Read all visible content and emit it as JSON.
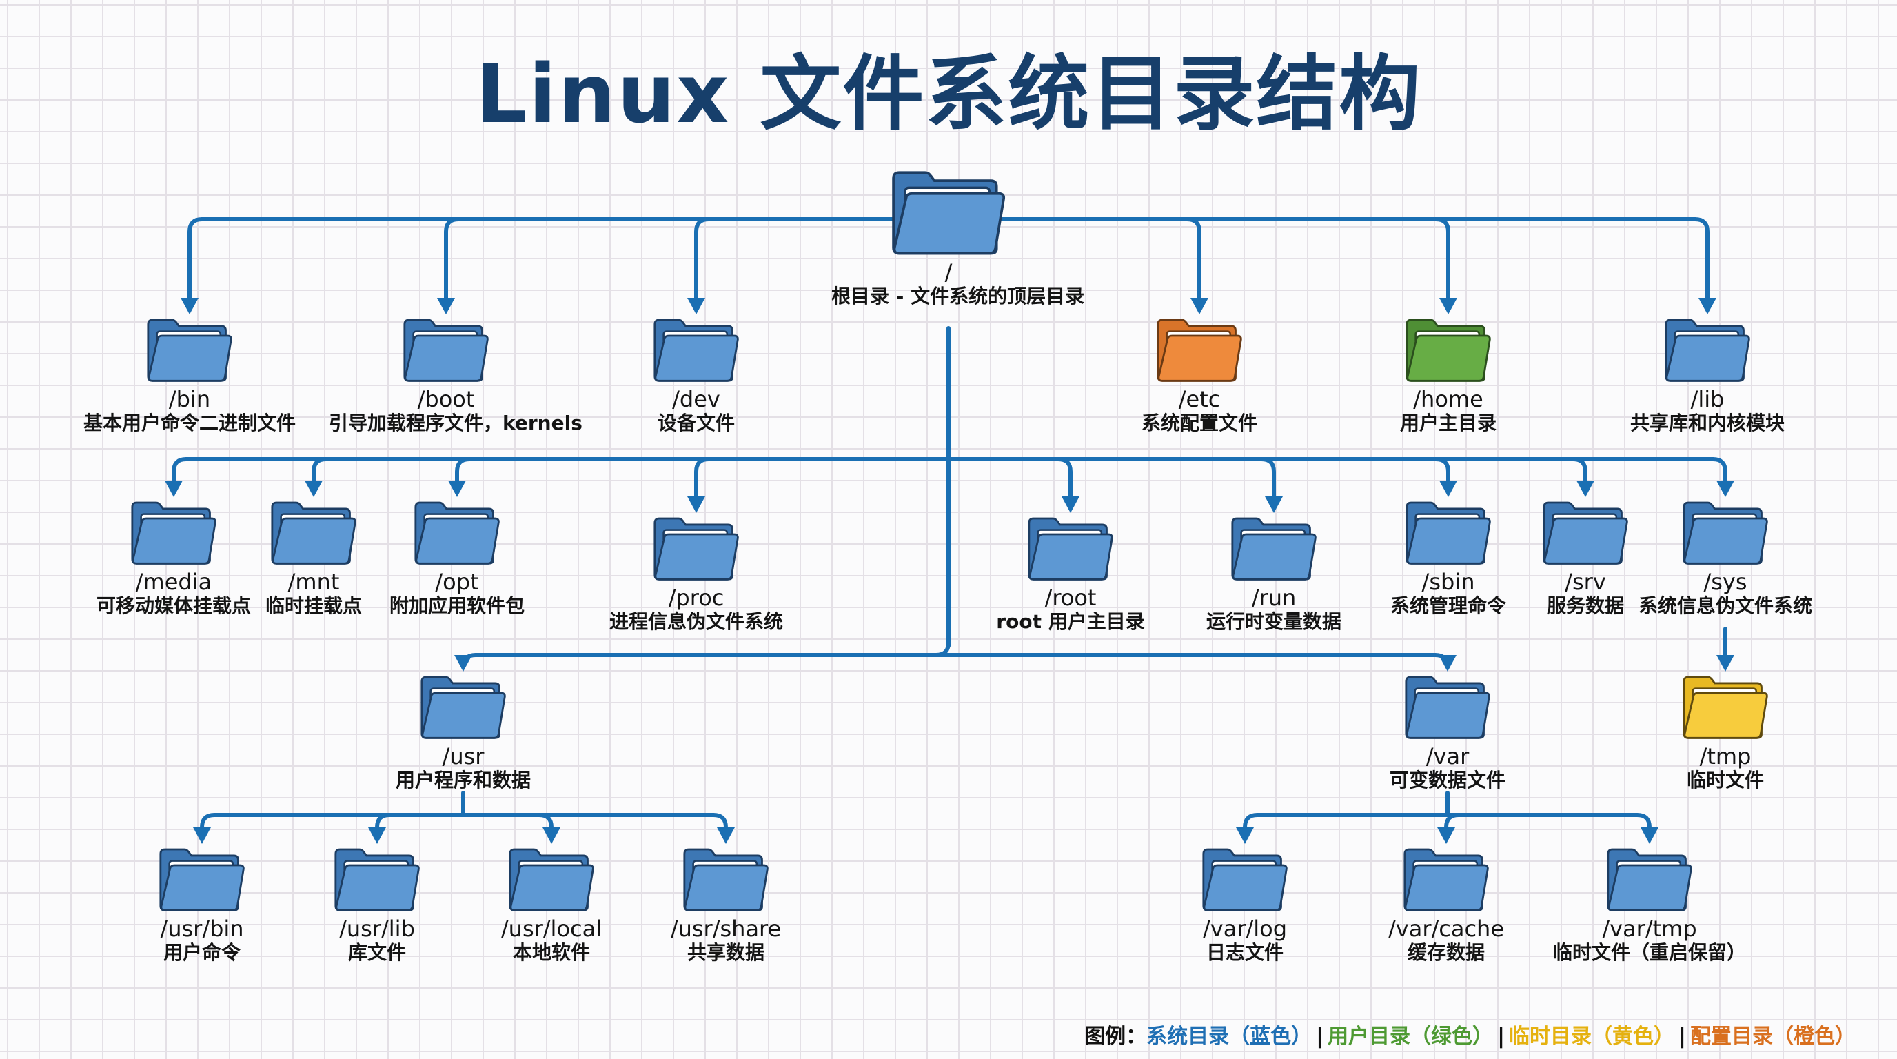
{
  "title": "Linux 文件系统目录结构",
  "colors": {
    "connector": "#1a6fb3",
    "blue": {
      "back": "#3d77b4",
      "front": "#5d98d3",
      "outline": "#1d3d62"
    },
    "orange": {
      "back": "#d9742a",
      "front": "#ee8a3c",
      "outline": "#6b3a14"
    },
    "green": {
      "back": "#4f8f35",
      "front": "#67ad45",
      "outline": "#2b4f1d"
    },
    "yellow": {
      "back": "#e8b923",
      "front": "#f7cc3d",
      "outline": "#5f4a0e"
    }
  },
  "root": {
    "name": "/",
    "desc": "根目录 - 文件系统的顶层目录",
    "color": "blue"
  },
  "level1": [
    {
      "id": "bin",
      "name": "/bin",
      "desc": "基本用户命令二进制文件",
      "color": "blue"
    },
    {
      "id": "boot",
      "name": "/boot",
      "desc": "引导加载程序文件，kernels",
      "color": "blue"
    },
    {
      "id": "dev",
      "name": "/dev",
      "desc": "设备文件",
      "color": "blue"
    },
    {
      "id": "etc",
      "name": "/etc",
      "desc": "系统配置文件",
      "color": "orange"
    },
    {
      "id": "home",
      "name": "/home",
      "desc": "用户主目录",
      "color": "green"
    },
    {
      "id": "lib",
      "name": "/lib",
      "desc": "共享库和内核模块",
      "color": "blue"
    }
  ],
  "level2": [
    {
      "id": "media",
      "name": "/media",
      "desc": "可移动媒体挂载点",
      "color": "blue"
    },
    {
      "id": "mnt",
      "name": "/mnt",
      "desc": "临时挂载点",
      "color": "blue"
    },
    {
      "id": "opt",
      "name": "/opt",
      "desc": "附加应用软件包",
      "color": "blue"
    },
    {
      "id": "proc",
      "name": "/proc",
      "desc": "进程信息伪文件系统",
      "color": "blue"
    },
    {
      "id": "root",
      "name": "/root",
      "desc": "root 用户主目录",
      "color": "blue"
    },
    {
      "id": "run",
      "name": "/run",
      "desc": "运行时变量数据",
      "color": "blue"
    },
    {
      "id": "sbin",
      "name": "/sbin",
      "desc": "系统管理命令",
      "color": "blue"
    },
    {
      "id": "srv",
      "name": "/srv",
      "desc": "服务数据",
      "color": "blue"
    },
    {
      "id": "sys",
      "name": "/sys",
      "desc": "系统信息伪文件系统",
      "color": "blue"
    }
  ],
  "level3": [
    {
      "id": "usr",
      "name": "/usr",
      "desc": "用户程序和数据",
      "color": "blue"
    },
    {
      "id": "var",
      "name": "/var",
      "desc": "可变数据文件",
      "color": "blue"
    },
    {
      "id": "tmp",
      "name": "/tmp",
      "desc": "临时文件",
      "color": "yellow"
    }
  ],
  "usr_children": [
    {
      "id": "usr-bin",
      "name": "/usr/bin",
      "desc": "用户命令",
      "color": "blue"
    },
    {
      "id": "usr-lib",
      "name": "/usr/lib",
      "desc": "库文件",
      "color": "blue"
    },
    {
      "id": "usr-local",
      "name": "/usr/local",
      "desc": "本地软件",
      "color": "blue"
    },
    {
      "id": "usr-share",
      "name": "/usr/share",
      "desc": "共享数据",
      "color": "blue"
    }
  ],
  "var_children": [
    {
      "id": "var-log",
      "name": "/var/log",
      "desc": "日志文件",
      "color": "blue"
    },
    {
      "id": "var-cache",
      "name": "/var/cache",
      "desc": "缓存数据",
      "color": "blue"
    },
    {
      "id": "var-tmp",
      "name": "/var/tmp",
      "desc": "临时文件（重启保留）",
      "color": "blue"
    }
  ],
  "legend": {
    "label": "图例：",
    "items": [
      {
        "text": "系统目录（蓝色）",
        "color": "#1f6fb4"
      },
      {
        "text": "用户目录（绿色）",
        "color": "#4e9a33"
      },
      {
        "text": "临时目录（黄色）",
        "color": "#e5b10f"
      },
      {
        "text": "配置目录（橙色）",
        "color": "#d9701f"
      }
    ],
    "separator": "|"
  }
}
